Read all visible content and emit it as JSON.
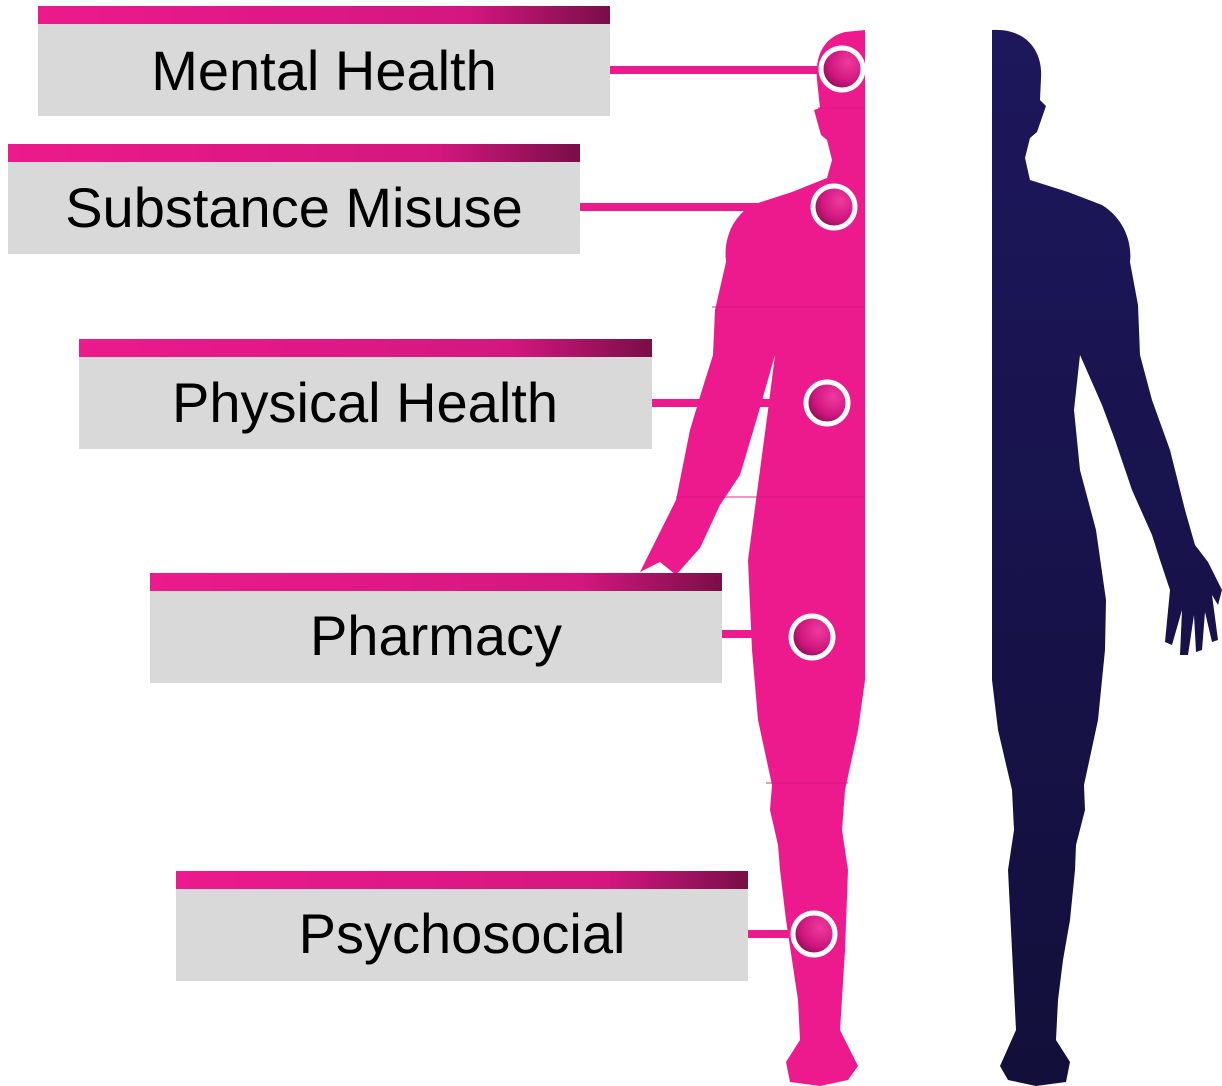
{
  "colors": {
    "accent": "#ec1a8c",
    "accent_dark": "#8a1050",
    "label_bg": "#d9d9d9",
    "silhouette_dark": "#1a1550",
    "marker_ring": "#ffffff"
  },
  "labels": [
    {
      "id": "mental-health",
      "text": "Mental Health"
    },
    {
      "id": "substance-misuse",
      "text": "Substance Misuse"
    },
    {
      "id": "physical-health",
      "text": "Physical Health"
    },
    {
      "id": "pharmacy",
      "text": "Pharmacy"
    },
    {
      "id": "psychosocial",
      "text": "Psychosocial"
    }
  ]
}
